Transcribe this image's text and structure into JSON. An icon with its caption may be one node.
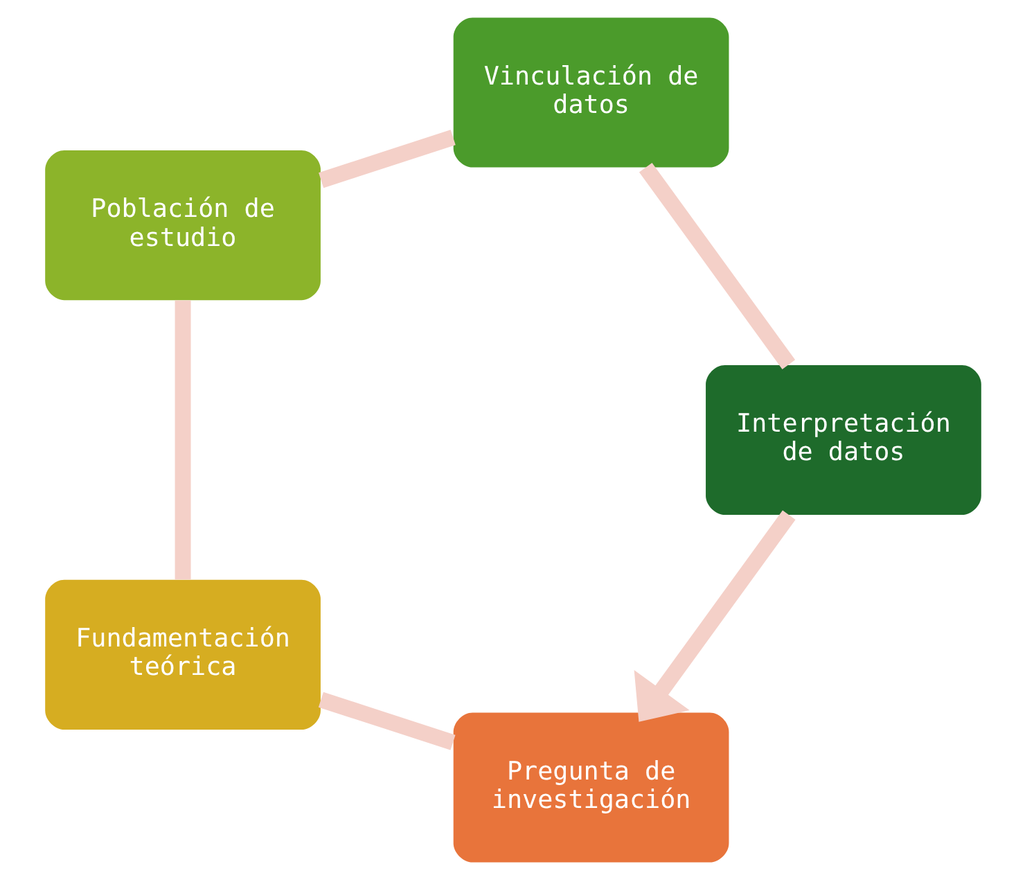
{
  "diagram": {
    "nodes": [
      {
        "text": [
          "Pregunta de investigación"
        ]
      },
      {
        "text": [
          "Fundamentación teórica"
        ]
      },
      {
        "text": [
          "Población de estudio"
        ]
      },
      {
        "text": [
          "Vinculación de datos"
        ]
      },
      {
        "text": [
          "Interpretación de datos"
        ]
      }
    ],
    "edges": [
      {
        "from": 0,
        "to": 1,
        "arrow": "none"
      },
      {
        "from": 1,
        "to": 2,
        "arrow": "none"
      },
      {
        "from": 2,
        "to": 3,
        "arrow": "none"
      },
      {
        "from": 3,
        "to": 4,
        "arrow": "none"
      },
      {
        "from": 4,
        "to": 0,
        "arrow": "to"
      }
    ]
  }
}
